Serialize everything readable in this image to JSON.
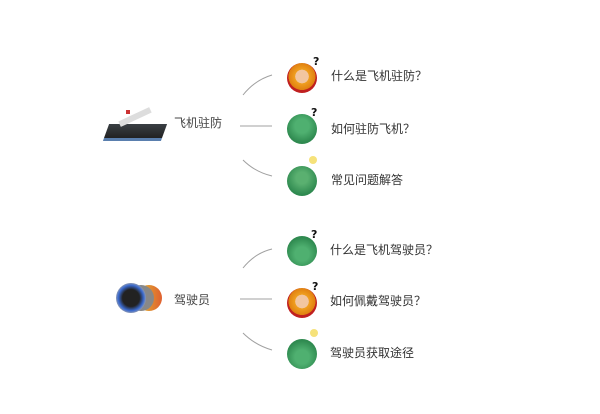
{
  "groups": [
    {
      "root": {
        "label": "飞机驻防",
        "icon": "x-wing-aircraft-icon"
      },
      "children": [
        {
          "label": "什么是飞机驻防？",
          "avatar": "blonde-pilot-avatar-icon",
          "badge": "?"
        },
        {
          "label": "如何驻防飞机？",
          "avatar": "green-soldier-statue-icon",
          "badge": "?"
        },
        {
          "label": "常见问题解答",
          "avatar": "green-robot-statue-icon",
          "badge": "lightbulb"
        }
      ]
    },
    {
      "root": {
        "label": "驾驶员",
        "icon": "pilot-helmet-badges-icon"
      },
      "children": [
        {
          "label": "什么是飞机驾驶员？",
          "avatar": "green-helmet-soldier-icon",
          "badge": "?"
        },
        {
          "label": "如何佩戴驾驶员？",
          "avatar": "blonde-pilot-avatar-icon",
          "badge": "?"
        },
        {
          "label": "驾驶员获取途径",
          "avatar": "green-helmet-soldier-icon",
          "badge": "lightbulb"
        }
      ]
    }
  ],
  "colors": {
    "line": "#a0a0a0",
    "statue_green": "#3a9a5a",
    "pilot_hair": "#f0a020"
  }
}
